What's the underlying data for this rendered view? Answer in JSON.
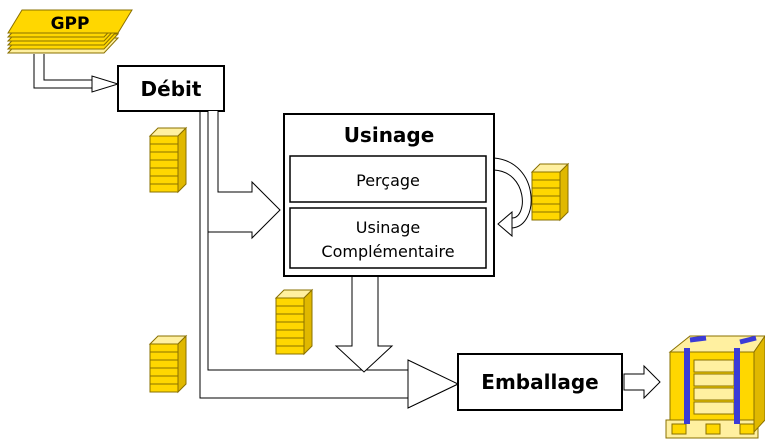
{
  "nodes": {
    "gpp": {
      "label": "GPP"
    },
    "debit": {
      "label": "Débit"
    },
    "usinage": {
      "title": "Usinage"
    },
    "percage": {
      "label": "Perçage"
    },
    "usinage_comp": {
      "line1": "Usinage",
      "line2": "Complémentaire"
    },
    "emballage": {
      "label": "Emballage"
    }
  },
  "colors": {
    "stack_fill": "#ffd700",
    "stack_light": "#fff0a0",
    "stack_stroke": "#8a7000",
    "box_stroke": "#000000",
    "strap": "#3b3bd6"
  },
  "icons": {
    "stock": "stacked-sheets-icon",
    "pallet": "pallet-icon",
    "loop_arrow": "loop-arrow-icon"
  }
}
